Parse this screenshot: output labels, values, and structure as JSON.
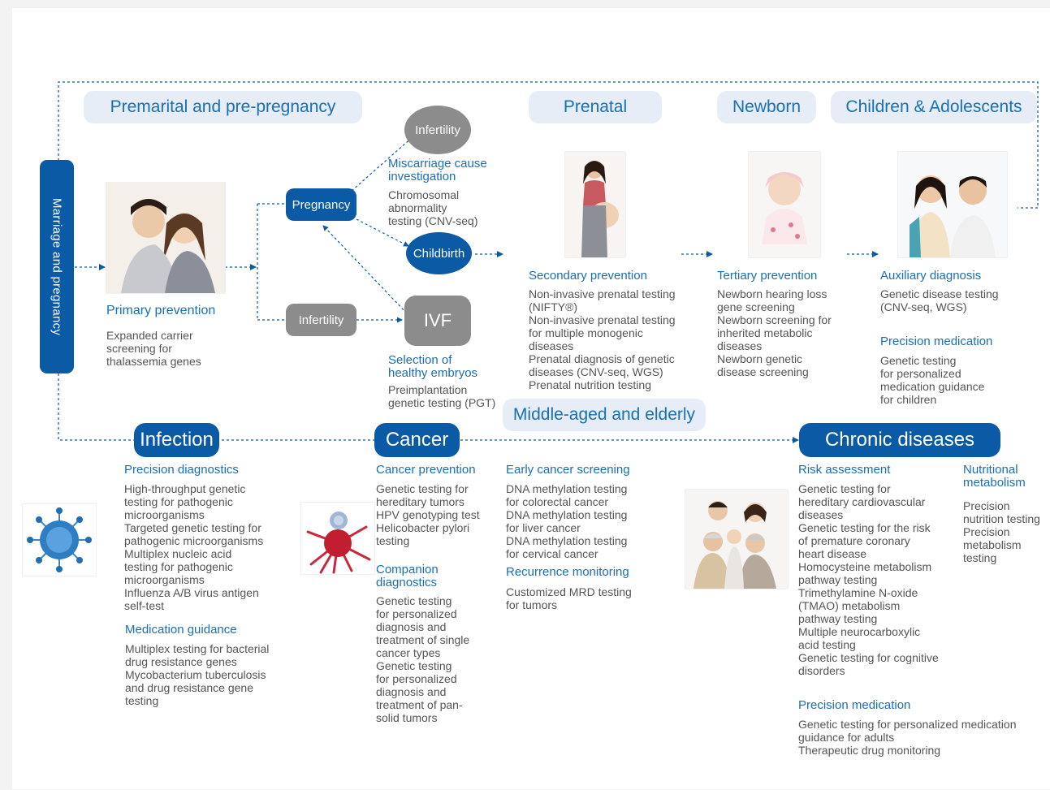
{
  "stages": {
    "premarital": "Premarital and pre-pregnancy",
    "prenatal": "Prenatal",
    "newborn": "Newborn",
    "children": "Children & Adolescents",
    "middle_aged": "Middle-aged and elderly"
  },
  "side_label": "Marriage and pregnancy",
  "nodes": {
    "pregnancy": "Pregnancy",
    "childbirth": "Childbirth",
    "infertility_top": "Infertility",
    "infertility_left": "Infertility",
    "ivf": "IVF"
  },
  "primary_prevention": {
    "title": "Primary prevention",
    "text": "Expanded carrier\nscreening for\nthalassemia genes"
  },
  "miscarriage": {
    "title": "Miscarriage cause\ninvestigation",
    "text": "Chromosomal\nabnormality\ntesting (CNV-seq)"
  },
  "embryos": {
    "title": "Selection of\nhealthy embryos",
    "text": "Preimplantation\ngenetic testing (PGT)"
  },
  "secondary_prevention": {
    "title": "Secondary prevention",
    "text": "Non-invasive prenatal testing\n(NIFTY®)\nNon-invasive prenatal testing\nfor multiple monogenic\ndiseases\nPrenatal diagnosis of genetic\ndiseases (CNV-seq, WGS)\nPrenatal nutrition testing"
  },
  "tertiary_prevention": {
    "title": "Tertiary prevention",
    "text": "Newborn hearing loss\ngene screening\nNewborn screening for\ninherited metabolic\ndiseases\nNewborn genetic\ndisease screening"
  },
  "auxiliary_diagnosis": {
    "title": "Auxiliary diagnosis",
    "text": "Genetic disease testing\n(CNV-seq, WGS)"
  },
  "precision_medication_children": {
    "title": "Precision medication",
    "text": "Genetic testing\nfor personalized\nmedication guidance\nfor children"
  },
  "categories": {
    "infection": "Infection",
    "cancer": "Cancer",
    "chronic": "Chronic diseases"
  },
  "precision_diagnostics": {
    "title": "Precision diagnostics",
    "text": "High-throughput genetic\ntesting for pathogenic\nmicroorganisms\nTargeted genetic testing for\npathogenic microorganisms\nMultiplex nucleic acid\ntesting for pathogenic\nmicroorganisms\nInfluenza A/B virus antigen\nself-test"
  },
  "medication_guidance": {
    "title": "Medication guidance",
    "text": "Multiplex testing for bacterial\ndrug resistance genes\nMycobacterium tuberculosis\nand drug resistance gene\ntesting"
  },
  "cancer_prevention": {
    "title": "Cancer prevention",
    "text": "Genetic testing for\nhereditary tumors\nHPV genotyping test\nHelicobacter pylori\ntesting"
  },
  "companion_diagnostics": {
    "title": "Companion\ndiagnostics",
    "text": "Genetic testing\nfor personalized\ndiagnosis and\ntreatment of single\ncancer types\nGenetic testing\nfor personalized\ndiagnosis and\ntreatment of pan-\nsolid tumors"
  },
  "early_cancer_screening": {
    "title": "Early cancer screening",
    "text": "DNA methylation testing\nfor colorectal cancer\nDNA methylation testing\nfor liver cancer\nDNA methylation testing\nfor cervical cancer"
  },
  "recurrence_monitoring": {
    "title": "Recurrence monitoring",
    "text": "Customized MRD testing\nfor tumors"
  },
  "risk_assessment": {
    "title": "Risk assessment",
    "text": "Genetic testing for\nhereditary cardiovascular\ndiseases\nGenetic testing for the risk\nof premature coronary\nheart disease\nHomocysteine metabolism\npathway testing\nTrimethylamine N-oxide\n(TMAO) metabolism\npathway testing\nMultiple neurocarboxylic\nacid testing\nGenetic testing for cognitive\ndisorders"
  },
  "nutritional_metabolism": {
    "title": "Nutritional\nmetabolism",
    "text": "Precision\nnutrition testing\nPrecision\nmetabolism\ntesting"
  },
  "precision_medication_adults": {
    "title": "Precision medication",
    "text": "Genetic testing for personalized medication\nguidance for adults\nTherapeutic drug monitoring"
  },
  "colors": {
    "brand_blue": "#0a5aa6",
    "heading_blue": "#1a6fb5",
    "stage_pill_bg": "#e6edf6",
    "node_gray": "#8c8c8c",
    "body_text": "#555555"
  },
  "images": {
    "couple": "couple-photo",
    "pregnant": "pregnant-woman-photo",
    "baby": "baby-photo",
    "kids": "children-photo",
    "virus": "virus-image",
    "cancer_cell": "cancer-cell-image",
    "family": "family-photo"
  }
}
